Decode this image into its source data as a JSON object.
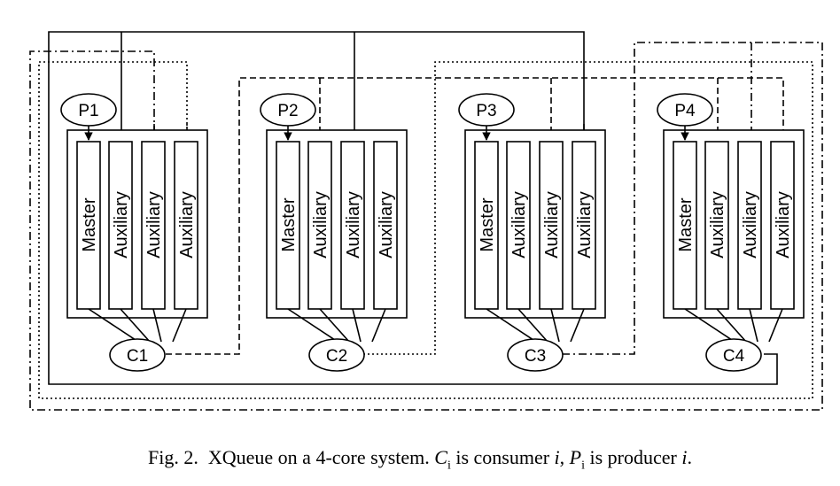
{
  "diagram": {
    "producers": [
      "P1",
      "P2",
      "P3",
      "P4"
    ],
    "consumers": [
      "C1",
      "C2",
      "C3",
      "C4"
    ],
    "queue_labels": [
      "Master",
      "Auxiliary",
      "Auxiliary",
      "Auxiliary"
    ]
  },
  "caption": {
    "prefix": "Fig. 2.",
    "text": "XQueue on a 4-core system.",
    "c_symbol": "C",
    "c_sub": "i",
    "c_text": "is consumer",
    "p_symbol": "P",
    "p_sub": "i",
    "p_text": "is producer",
    "index": "i"
  }
}
